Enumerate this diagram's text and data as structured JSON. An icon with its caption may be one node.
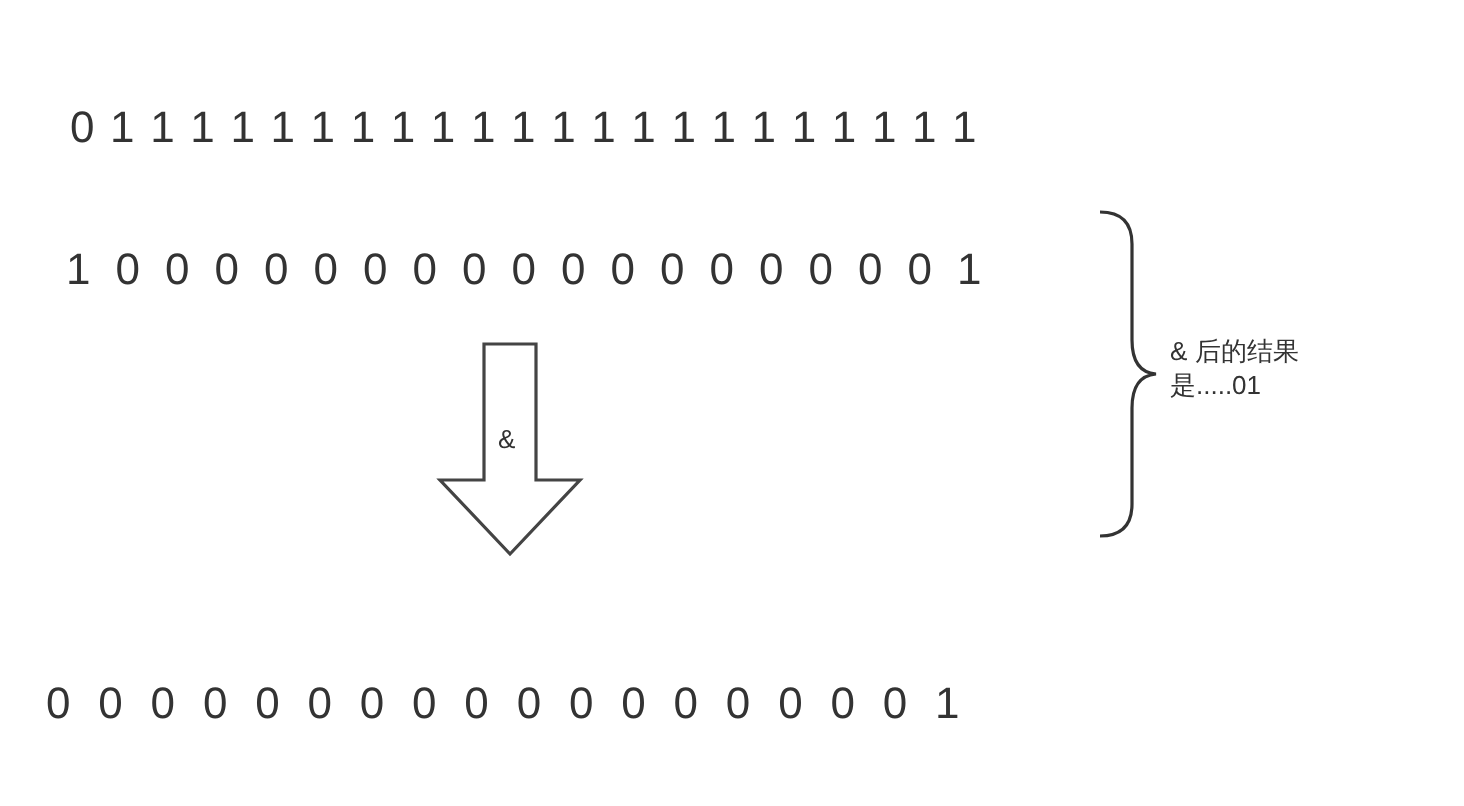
{
  "diagram": {
    "nodes": [
      {
        "text": [
          "0 1 1 1 1 1 1 1 1 1 1 1 1 1 1 1 1 1 1 1 1 1 1"
        ]
      },
      {
        "text": [
          "1 0 0 0 0 0 0 0 0 0 0 0 0 0 0 0 0 0 1"
        ]
      },
      {
        "text": [
          "0 0 0 0 0 0 0 0 0 0 0 0 0 0 0 0 0 1"
        ]
      }
    ],
    "edges": [
      {
        "from": 1,
        "to": 2,
        "arrow": "to",
        "label": "&"
      }
    ],
    "labels": [
      "& 后的结果是.....01"
    ]
  }
}
